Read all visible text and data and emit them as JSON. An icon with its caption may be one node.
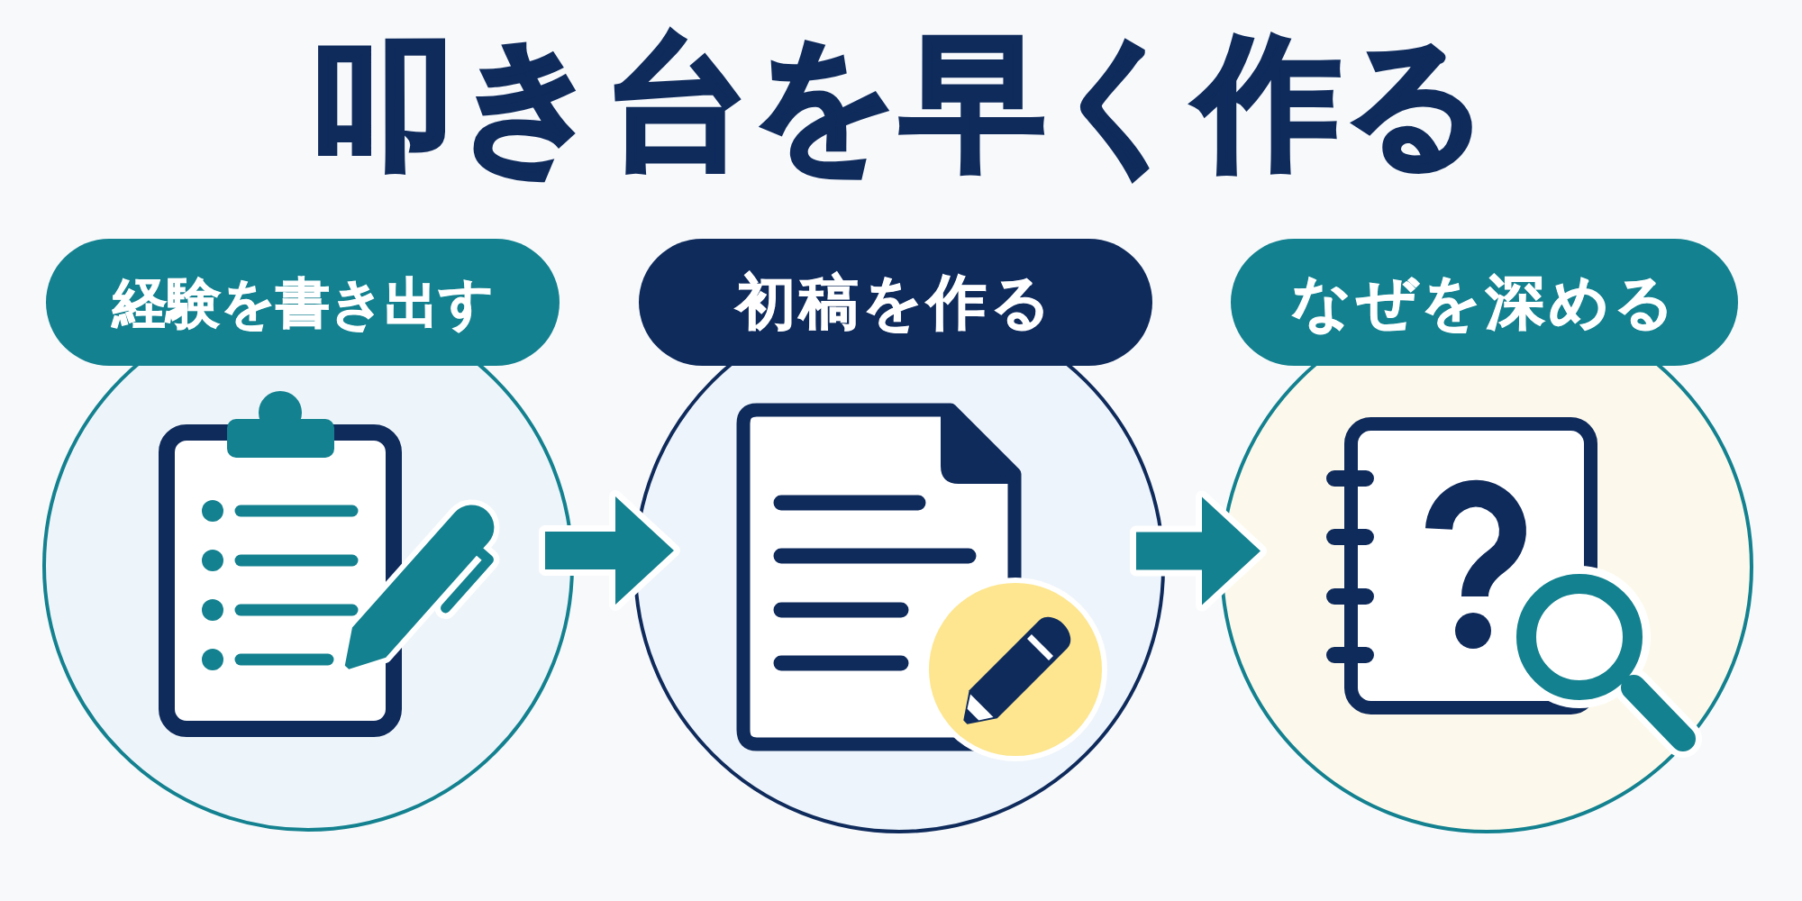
{
  "diagram": {
    "title": "叩き台を早く作る",
    "nodes": [
      {
        "text": [
          "経験を書き出す"
        ]
      },
      {
        "text": [
          "初稿を作る"
        ]
      },
      {
        "text": [
          "なぜを深める"
        ]
      }
    ],
    "edges": [
      {
        "from": 0,
        "to": 1,
        "arrow": "to"
      },
      {
        "from": 1,
        "to": 2,
        "arrow": "to"
      }
    ]
  }
}
